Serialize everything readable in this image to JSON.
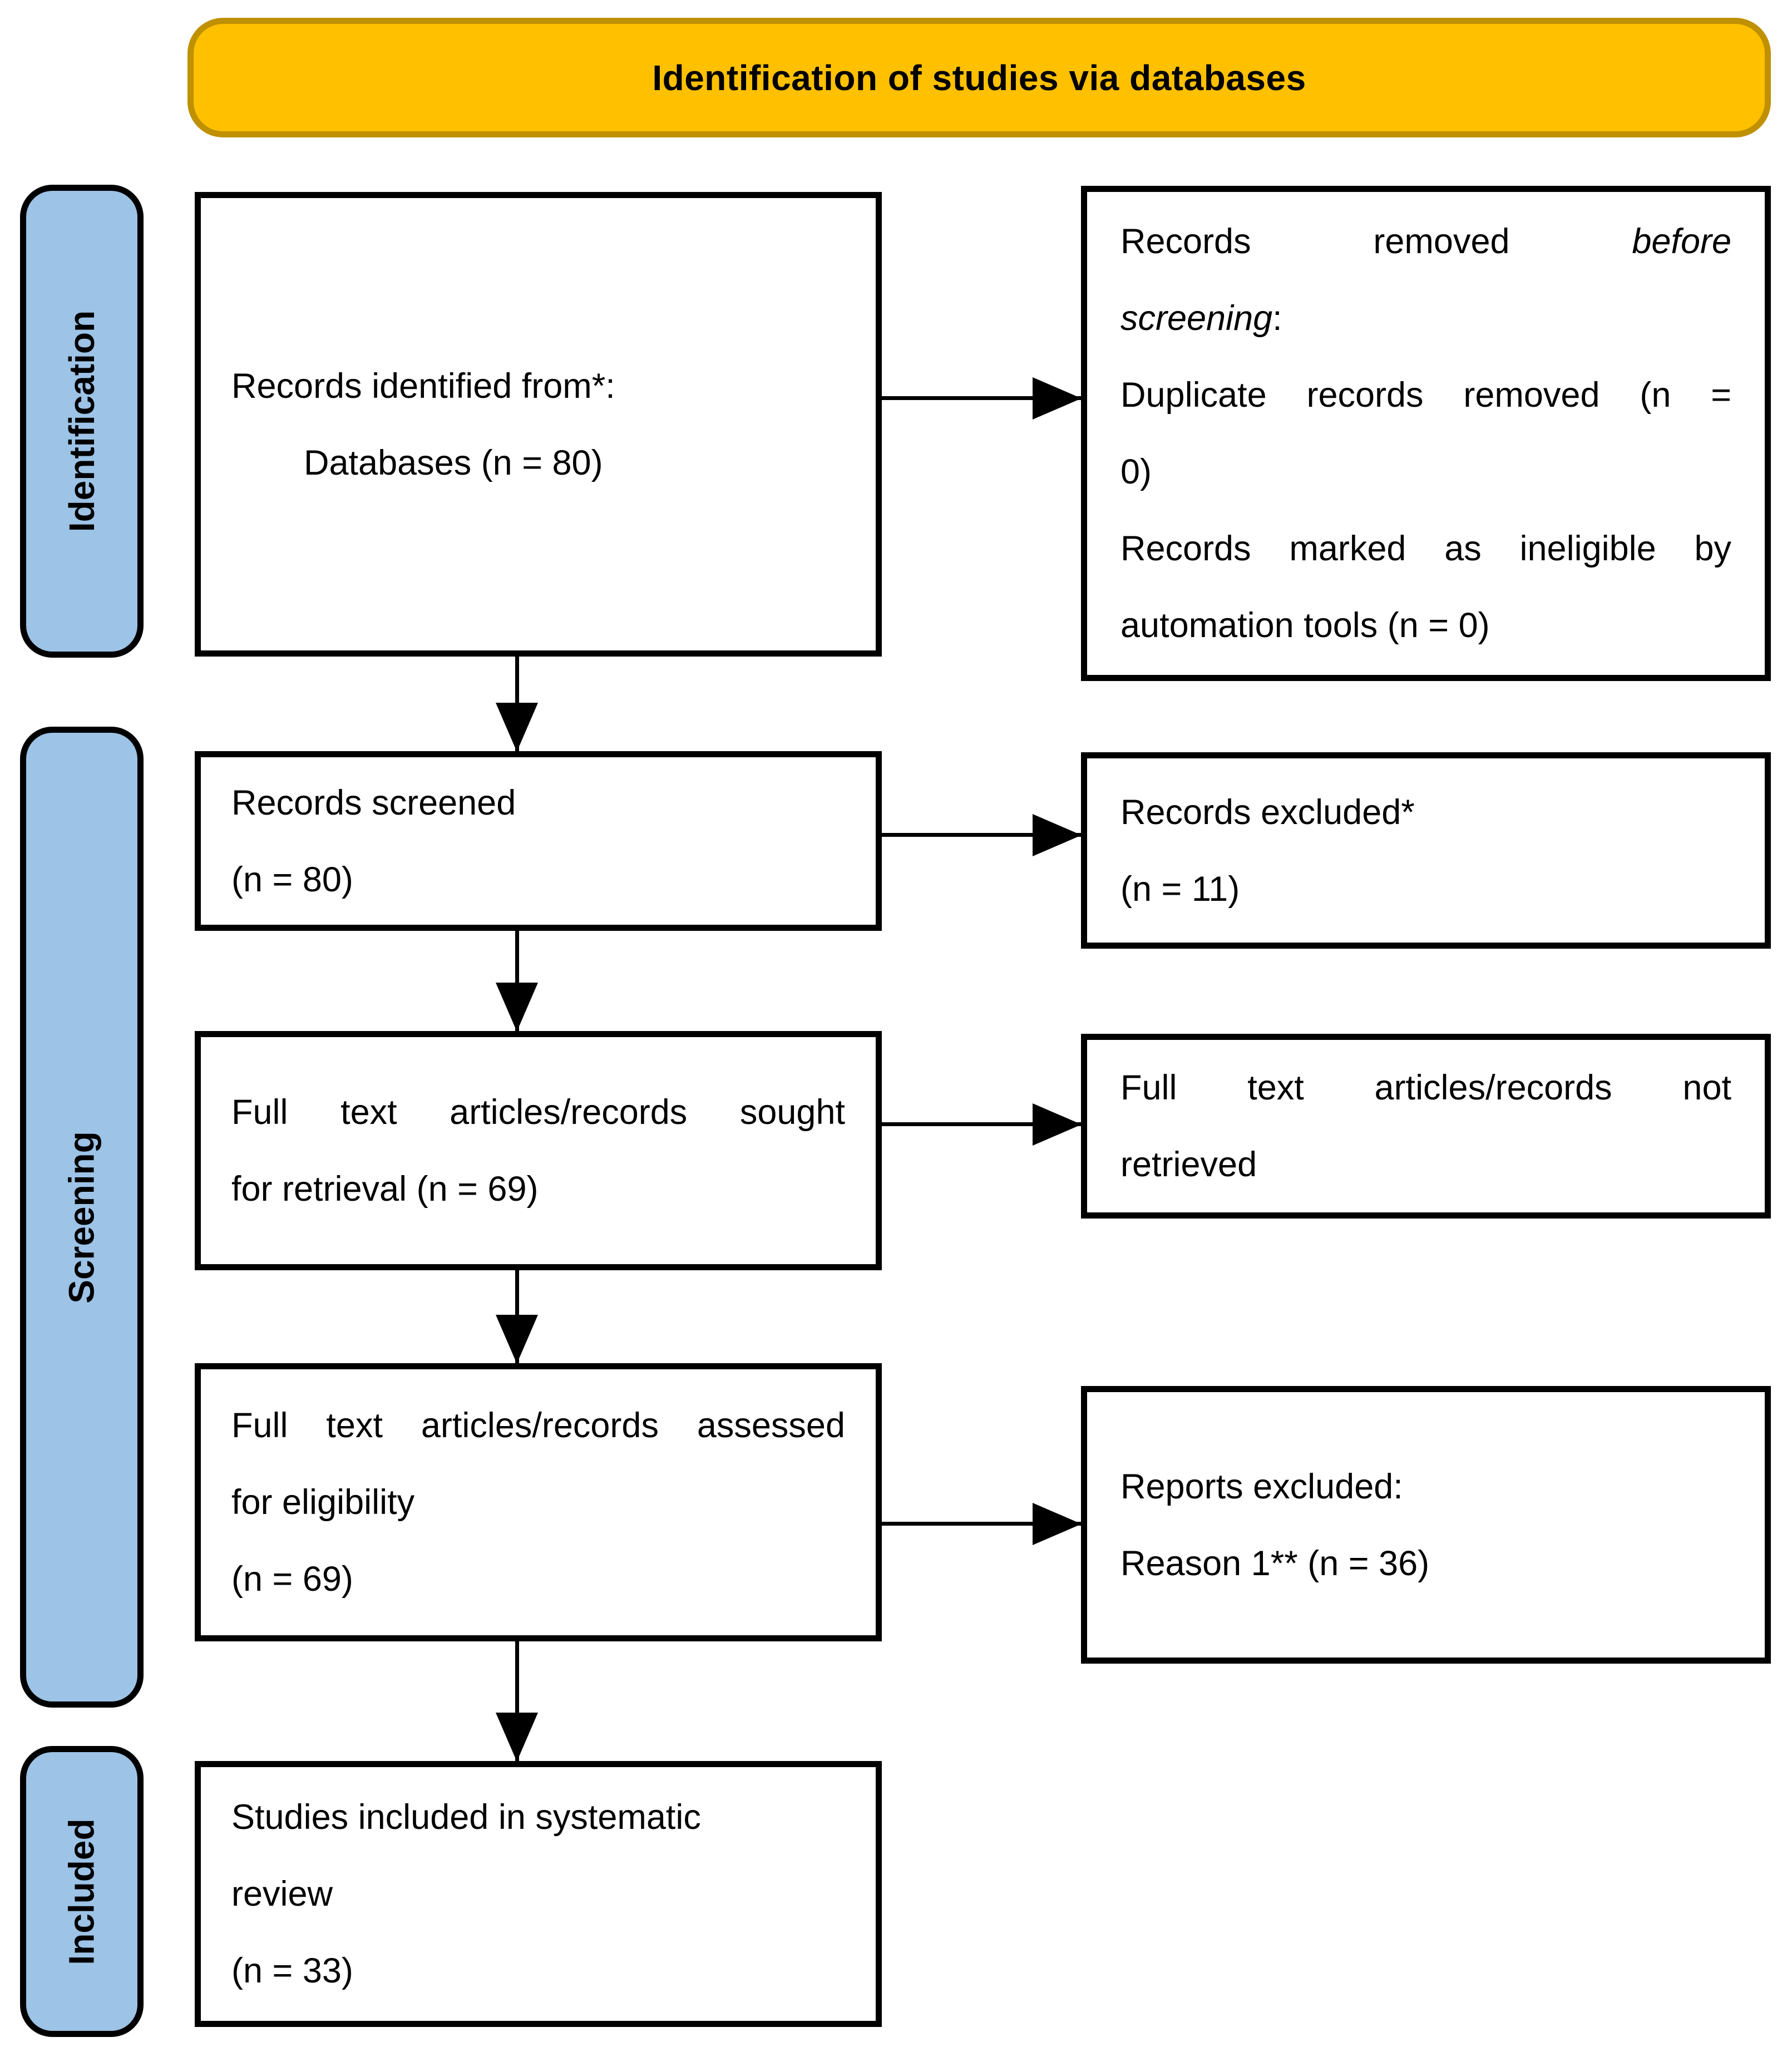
{
  "banner": {
    "title": "Identification of studies via databases"
  },
  "stages": [
    {
      "id": "identification",
      "label": "Identification"
    },
    {
      "id": "screening",
      "label": "Screening"
    },
    {
      "id": "included",
      "label": "Included"
    }
  ],
  "colors": {
    "banner_fill": "#FFC000",
    "banner_border": "#BF9000",
    "stage_fill": "#9DC3E6",
    "stage_border": "#000000",
    "box_fill": "#FFFFFF",
    "box_border": "#000000",
    "arrow": "#000000"
  },
  "main_boxes": [
    {
      "id": "records-identified",
      "lines": [
        {
          "segs": [
            {
              "t": "Records identified from*:"
            }
          ]
        },
        {
          "segs": [
            {
              "t": "Databases (n = 80)"
            }
          ],
          "indent": true
        }
      ]
    },
    {
      "id": "records-screened",
      "lines": [
        {
          "segs": [
            {
              "t": "Records screened"
            }
          ]
        },
        {
          "segs": [
            {
              "t": "(n = 80)"
            }
          ]
        }
      ]
    },
    {
      "id": "sought-for-retrieval",
      "lines": [
        {
          "segs": [
            {
              "t": "Full text articles/records sought"
            }
          ],
          "j": true
        },
        {
          "segs": [
            {
              "t": "for retrieval (n = 69)"
            }
          ]
        }
      ]
    },
    {
      "id": "assessed-for-eligibility",
      "lines": [
        {
          "segs": [
            {
              "t": "Full text articles/records assessed"
            }
          ],
          "j": true
        },
        {
          "segs": [
            {
              "t": "for eligibility"
            }
          ]
        },
        {
          "segs": [
            {
              "t": "(n = 69)"
            }
          ]
        }
      ]
    },
    {
      "id": "studies-included",
      "lines": [
        {
          "segs": [
            {
              "t": "Studies included in systematic"
            }
          ]
        },
        {
          "segs": [
            {
              "t": "review"
            }
          ]
        },
        {
          "segs": [
            {
              "t": "(n = 33)"
            }
          ]
        }
      ]
    }
  ],
  "side_boxes": [
    {
      "id": "records-removed-before-screening",
      "lines": [
        {
          "segs": [
            {
              "t": "Records removed "
            },
            {
              "t": "before",
              "i": true
            }
          ],
          "j": true
        },
        {
          "segs": [
            {
              "t": "screening",
              "i": true
            },
            {
              "t": ":"
            }
          ]
        },
        {
          "segs": [
            {
              "t": "Duplicate records removed (n ="
            }
          ],
          "j": true
        },
        {
          "segs": [
            {
              "t": "0)"
            }
          ]
        },
        {
          "segs": [
            {
              "t": "Records marked as ineligible by"
            }
          ],
          "j": true
        },
        {
          "segs": [
            {
              "t": "automation tools (n = 0)"
            }
          ]
        }
      ]
    },
    {
      "id": "records-excluded",
      "lines": [
        {
          "segs": [
            {
              "t": "Records excluded*"
            }
          ]
        },
        {
          "segs": [
            {
              "t": "(n = 11)"
            }
          ]
        }
      ]
    },
    {
      "id": "full-text-not-retrieved",
      "lines": [
        {
          "segs": [
            {
              "t": "Full text articles/records not"
            }
          ],
          "j": true
        },
        {
          "segs": [
            {
              "t": "retrieved"
            }
          ]
        }
      ]
    },
    {
      "id": "reports-excluded",
      "lines": [
        {
          "segs": [
            {
              "t": "Reports excluded:"
            }
          ]
        },
        {
          "segs": [
            {
              "t": "Reason 1** (n = 36)"
            }
          ]
        }
      ]
    }
  ]
}
